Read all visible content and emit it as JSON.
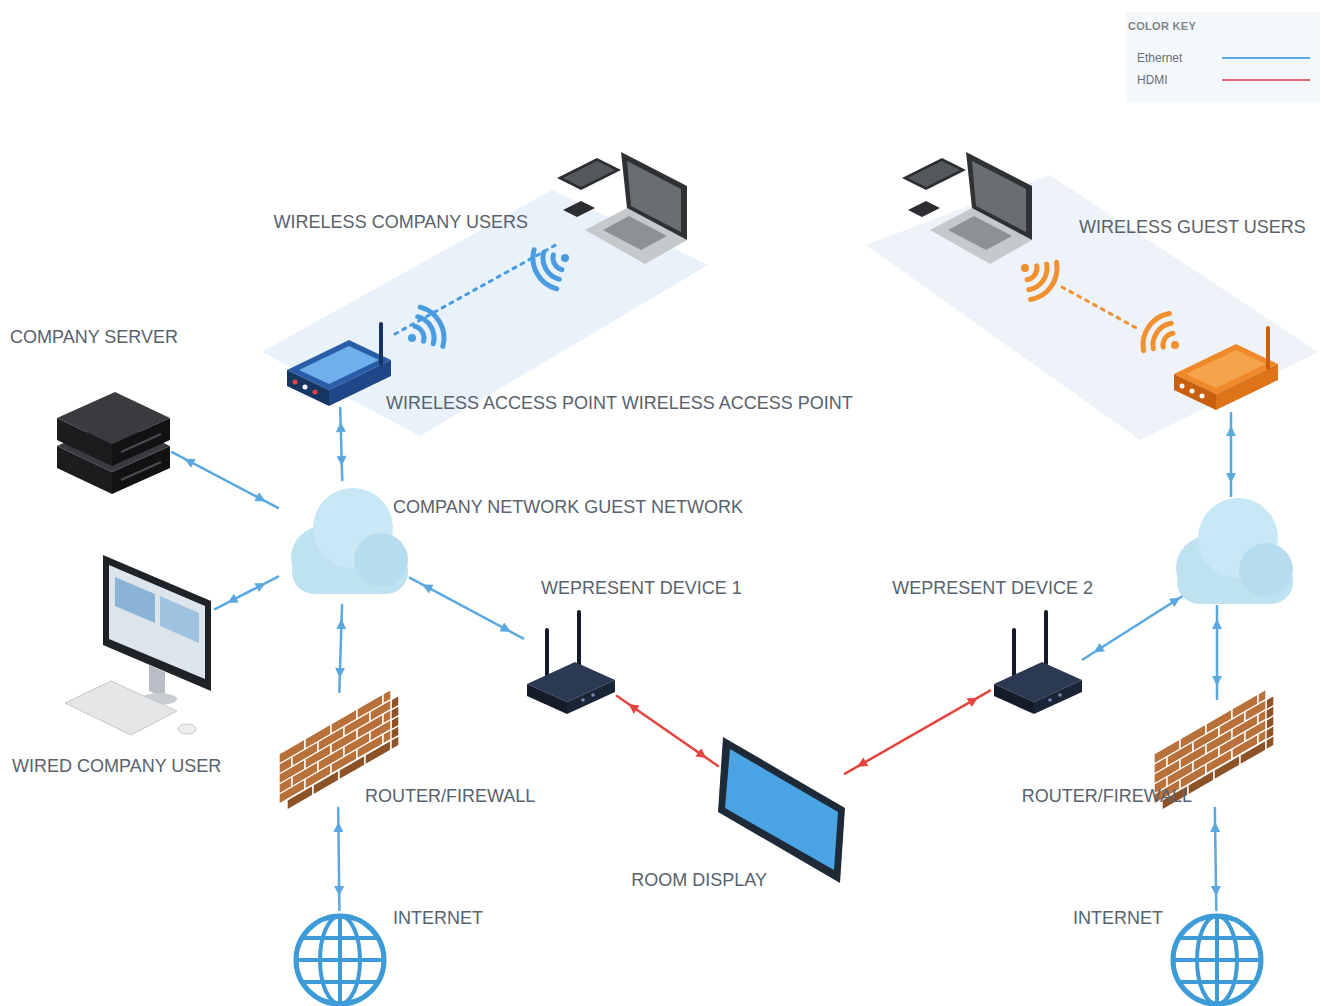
{
  "diagram": {
    "nodes": [
      {
        "text": [
          "WIRELESS COMPANY USERS"
        ]
      },
      {
        "text": [
          "WIRELESS ACCESS POINT WIRELESS ACCESS POINT"
        ]
      },
      {
        "text": [
          "WIRELESS GUEST USERS"
        ]
      },
      {
        "text": [
          "COMPANY SERVER"
        ]
      },
      {
        "text": [
          "COMPANY NETWORK GUEST NETWORK"
        ]
      },
      {
        "text": [
          "WEPRESENT DEVICE 1"
        ]
      },
      {
        "text": [
          "WEPRESENT DEVICE 2"
        ]
      },
      {
        "text": [
          "WIRED COMPANY USER"
        ]
      },
      {
        "text": [
          "ROUTER/FIREWALL"
        ]
      },
      {
        "text": [
          "ROOM DISPLAY"
        ]
      },
      {
        "text": [
          "ROUTER/FIREWALL"
        ]
      },
      {
        "text": [
          "INTERNET"
        ]
      },
      {
        "text": [
          "INTERNET"
        ]
      }
    ],
    "edges": [
      {
        "from": 3,
        "to": 4,
        "arrow": "both"
      },
      {
        "from": 1,
        "to": 0,
        "arrow": "none"
      },
      {
        "from": 1,
        "to": 4,
        "arrow": "both"
      },
      {
        "from": 7,
        "to": 4,
        "arrow": "both"
      },
      {
        "from": 4,
        "to": 8,
        "arrow": "both"
      },
      {
        "from": 8,
        "to": 11,
        "arrow": "both"
      },
      {
        "from": 4,
        "to": 5,
        "arrow": "both"
      },
      {
        "from": 5,
        "to": 9,
        "arrow": "both"
      },
      {
        "from": 6,
        "to": 9,
        "arrow": "both"
      },
      {
        "from": 10,
        "to": 12,
        "arrow": "both"
      }
    ],
    "labels": [
      "COLOR KEY"
    ],
    "legend": [
      {
        "text": "Ethernet"
      },
      {
        "text": "HDMI"
      }
    ]
  }
}
